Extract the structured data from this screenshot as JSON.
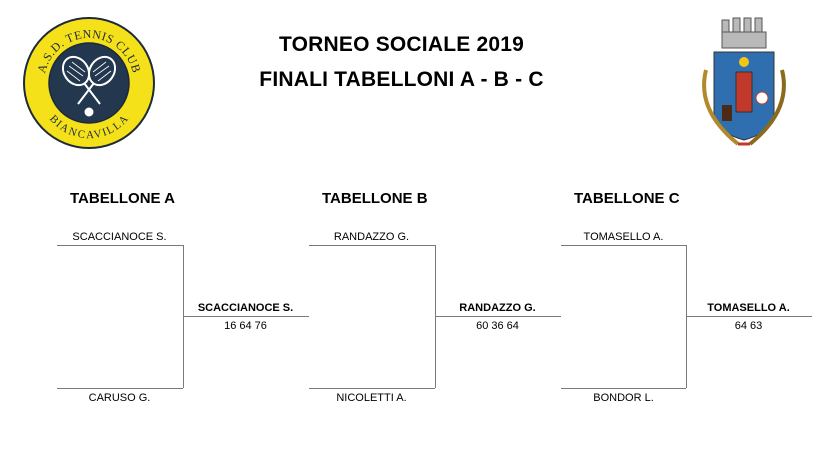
{
  "header": {
    "title_line1": "TORNEO SOCIALE 2019",
    "title_line2": "FINALI TABELLONI  A - B - C"
  },
  "club_logo": {
    "text_top": "A.S.D. TENNIS CLUB",
    "text_bottom": "BIANCAVILLA",
    "colors": {
      "ring": "#f5e11a",
      "center": "#23374f"
    }
  },
  "crest": {
    "icon": "town-coat-of-arms-icon"
  },
  "brackets": [
    {
      "title": "TABELLONE A",
      "player_top": "SCACCIANOCE S.",
      "player_bottom": "CARUSO G.",
      "winner": "SCACCIANOCE S.",
      "score": "16 64 76"
    },
    {
      "title": "TABELLONE B",
      "player_top": "RANDAZZO G.",
      "player_bottom": "NICOLETTI A.",
      "winner": "RANDAZZO G.",
      "score": "60 36 64"
    },
    {
      "title": "TABELLONE C",
      "player_top": "TOMASELLO A.",
      "player_bottom": "BONDOR L.",
      "winner": "TOMASELLO A.",
      "score": "64 63"
    }
  ]
}
